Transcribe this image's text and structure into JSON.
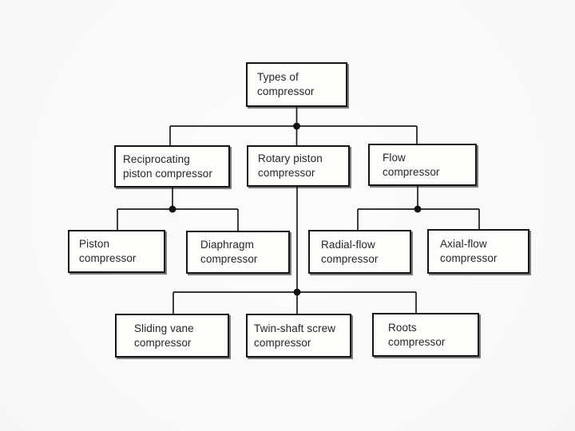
{
  "diagram": {
    "type": "tree",
    "title": "Types of compressor",
    "nodes": {
      "root": {
        "label": "Types of\ncompressor"
      },
      "reciprocating": {
        "label": "Reciprocating\npiston compressor"
      },
      "rotary": {
        "label": "Rotary piston\ncompressor"
      },
      "flow": {
        "label": "Flow\ncompressor"
      },
      "piston": {
        "label": "Piston\ncompressor"
      },
      "diaphragm": {
        "label": "Diaphragm\ncompressor"
      },
      "radial": {
        "label": "Radial-flow\ncompressor"
      },
      "axial": {
        "label": "Axial-flow\ncompressor"
      },
      "sliding_vane": {
        "label": "Sliding vane\ncompressor"
      },
      "twin_shaft": {
        "label": "Twin-shaft screw\ncompressor"
      },
      "roots": {
        "label": "Roots\ncompressor"
      }
    },
    "edges": [
      {
        "from": "root",
        "to": [
          "reciprocating",
          "rotary",
          "flow"
        ]
      },
      {
        "from": "reciprocating",
        "to": [
          "piston",
          "diaphragm"
        ]
      },
      {
        "from": "rotary",
        "to": [
          "sliding_vane",
          "twin_shaft",
          "roots"
        ]
      },
      {
        "from": "flow",
        "to": [
          "radial",
          "axial"
        ]
      }
    ],
    "colors": {
      "line": "#1e1e1e",
      "box_border": "#151515",
      "text": "#262626",
      "background": "#ffffff"
    }
  }
}
